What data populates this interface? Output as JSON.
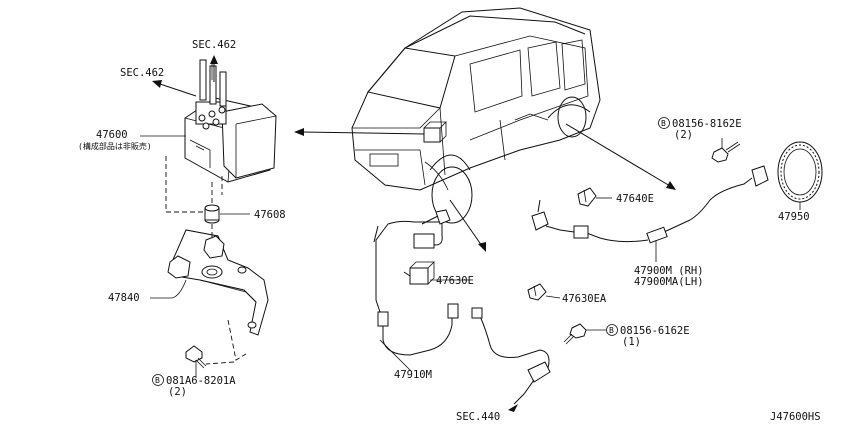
{
  "diagram_id": "J47600HS",
  "labels": {
    "sec462_top": "SEC.462",
    "sec462_left": "SEC.462",
    "p47600": "47600",
    "p47600_note": "(構成部品は非販売)",
    "p47608": "47608",
    "p47840": "47840",
    "p081a6_code": "081A6-8201A",
    "p081a6_qty": "(2)",
    "p08156_8162_code": "08156-8162E",
    "p08156_8162_qty": "(2)",
    "p47640e": "47640E",
    "p47950": "47950",
    "p47900m": "47900M (RH)",
    "p47900ma": "47900MA(LH)",
    "p47630e": "47630E",
    "p47630ea": "47630EA",
    "p08156_6162_code": "08156-6162E",
    "p08156_6162_qty": "(1)",
    "p47910m": "47910M",
    "sec440": "SEC.440"
  },
  "bolt_marker": "B"
}
